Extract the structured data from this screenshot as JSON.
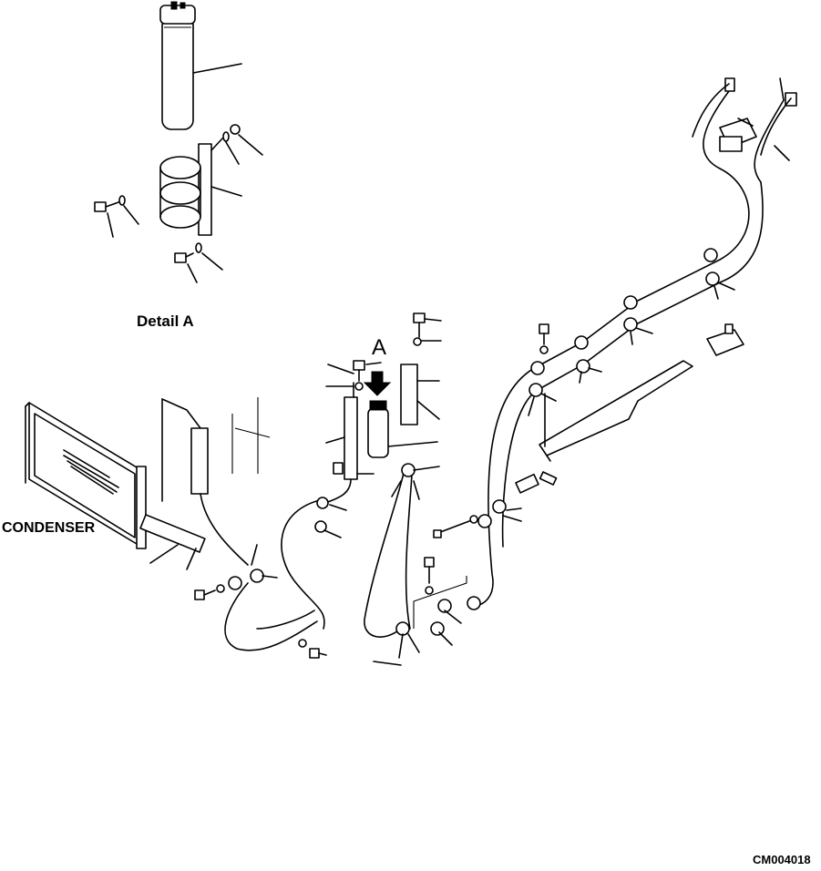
{
  "diagram": {
    "labels": {
      "detail": "Detail A",
      "condenser": "CONDENSER",
      "reference": "A",
      "drawing_code": "CM004018"
    },
    "parts": [
      {
        "id": "receiver-drier"
      },
      {
        "id": "mounting-bracket"
      },
      {
        "id": "condenser"
      },
      {
        "id": "hose-assembly"
      },
      {
        "id": "pipe-clamp"
      },
      {
        "id": "bolt"
      },
      {
        "id": "washer"
      },
      {
        "id": "frame-bracket"
      },
      {
        "id": "connector-block"
      }
    ]
  }
}
